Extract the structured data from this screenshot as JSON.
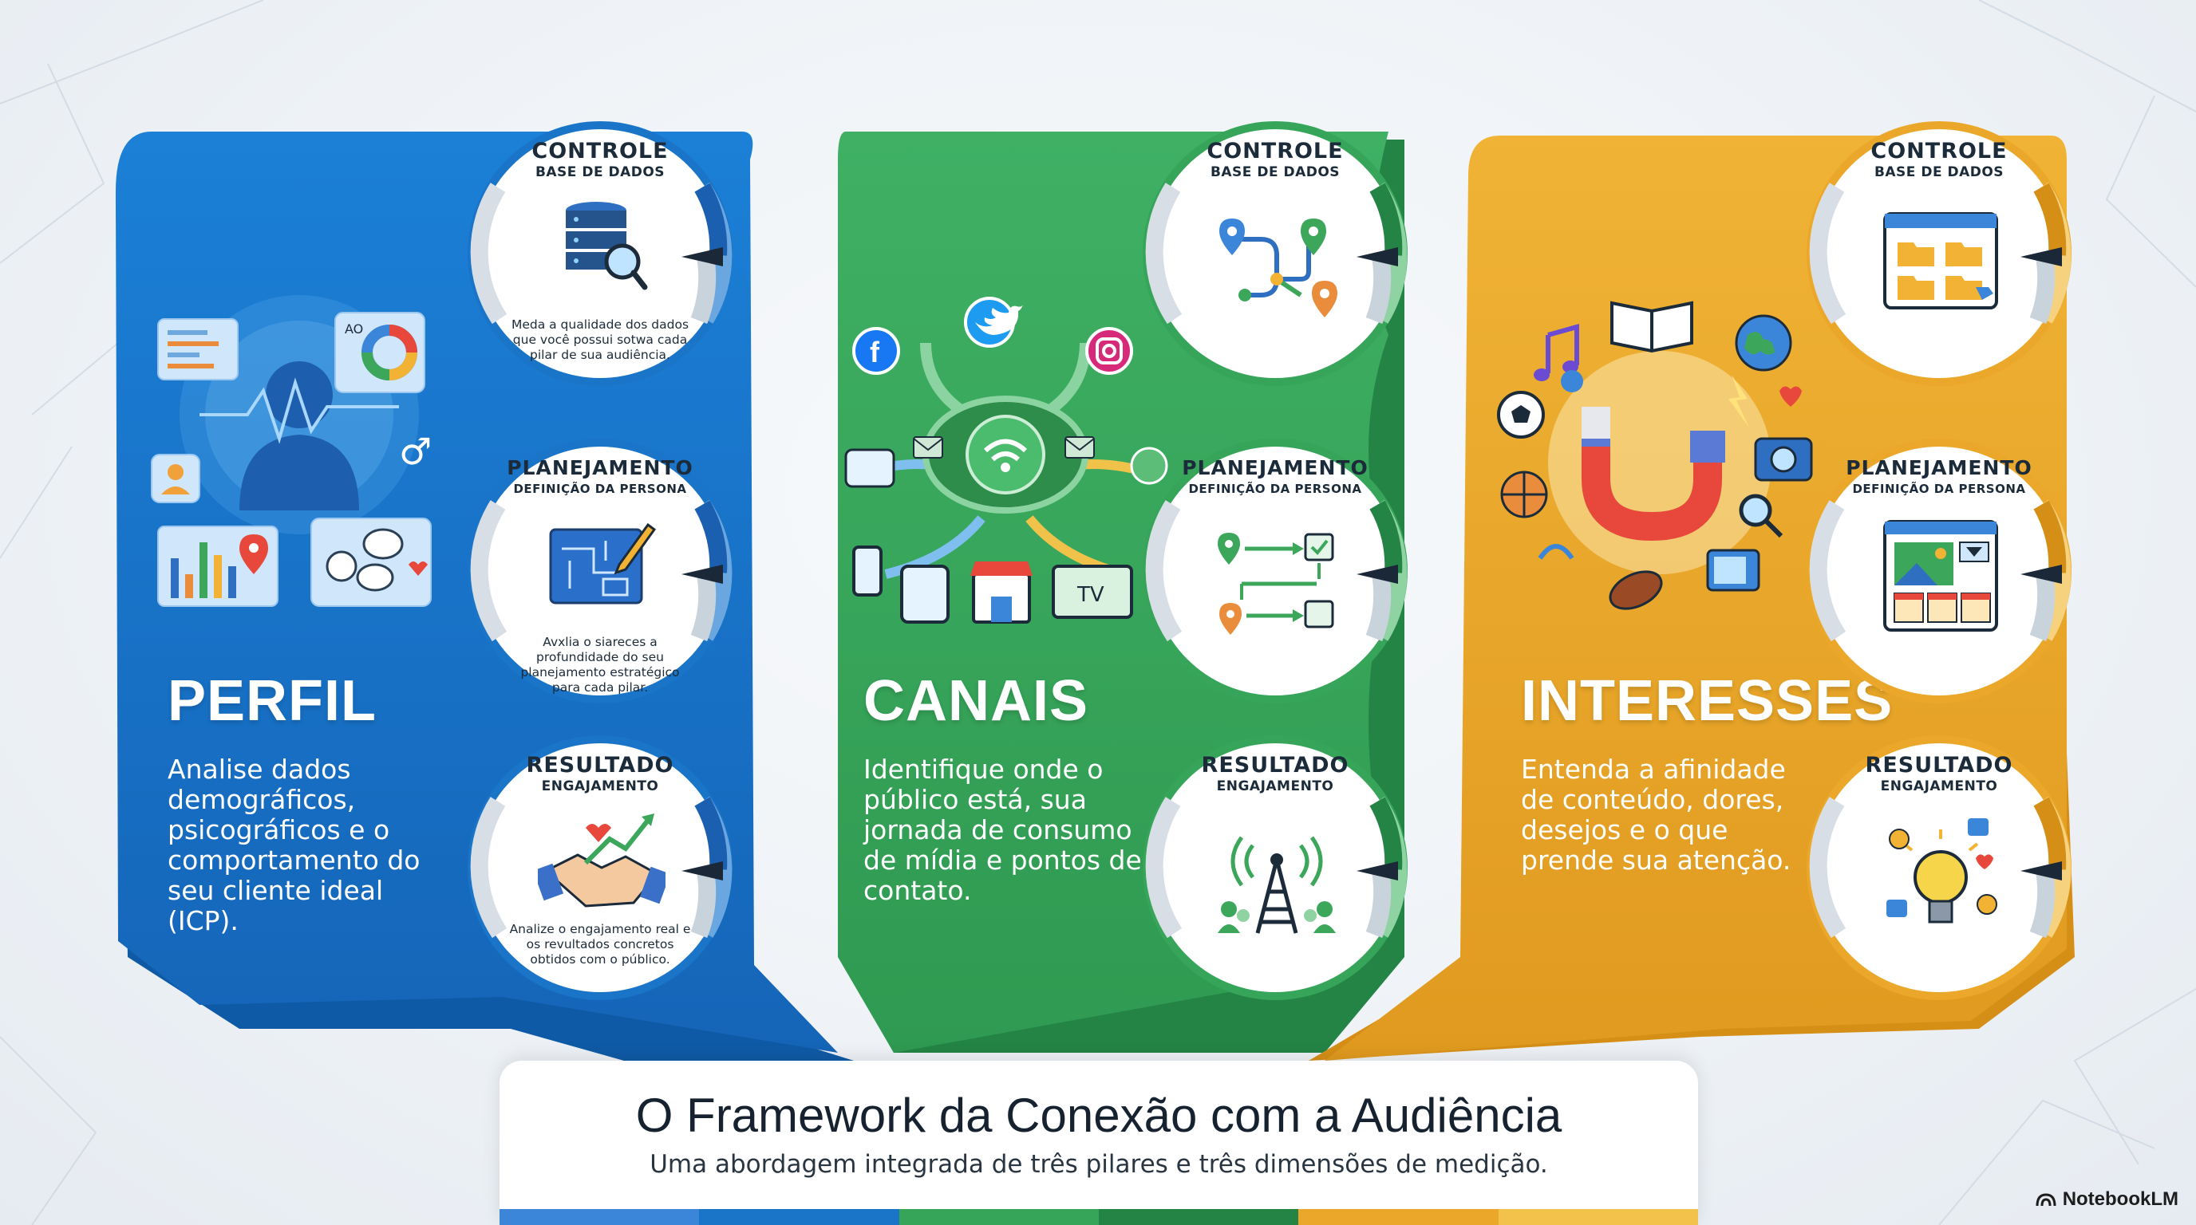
{
  "colors": {
    "blue": "#1a74c8",
    "blue_dark": "#0f5aa6",
    "green": "#36a55a",
    "green_dark": "#238445",
    "gold": "#eba72a",
    "gold_dark": "#d68f16",
    "text_dark": "#16222f"
  },
  "pillars": [
    {
      "id": "perfil",
      "title": "PERFIL",
      "description": "Analise dados demográficos, psicográficos e o comportamento do seu cliente ideal (ICP).",
      "illustration_icons": [
        "person-silhouette-icon",
        "dashboard-chart-icon",
        "donut-chart-icon",
        "bar-chart-icon",
        "location-pin-icon",
        "gender-icon",
        "chat-bubbles-icon",
        "user-card-icon"
      ],
      "illustration_label_ao": "AO",
      "gauges": [
        {
          "title": "CONTROLE",
          "subtitle": "BASE DE DADOS",
          "body": "Meda a qualidade dos dados que você possui sotwa cada pilar de sua audiência.",
          "icon": "database-search-icon",
          "level": 0.8
        },
        {
          "title": "PLANEJAMENTO",
          "subtitle": "DEFINIÇÃO DA PERSONA",
          "body": "Avxlia o siareces a profundidade do seu planejamento estratégico para cada pilar.",
          "icon": "blueprint-pencil-icon",
          "level": 0.8
        },
        {
          "title": "RESULTADO",
          "subtitle": "ENGAJAMENTO",
          "body": "Analize o engajamento real e os revultados concretos obtidos com o público.",
          "icon": "handshake-growth-icon",
          "level": 0.8
        }
      ]
    },
    {
      "id": "canais",
      "title": "CANAIS",
      "description": "Identifique onde o público está, sua jornada de consumo de mídia e pontos de contato.",
      "illustration_icons": [
        "facebook-icon",
        "twitter-icon",
        "instagram-icon",
        "wifi-hub-icon",
        "email-icon",
        "smartphone-icon",
        "tablet-icon",
        "store-icon",
        "tv-icon",
        "chat-icon"
      ],
      "illustration_label_tv": "TV",
      "gauges": [
        {
          "title": "CONTROLE",
          "subtitle": "BASE DE DADOS",
          "body": "",
          "icon": "route-map-icon",
          "level": 0.8
        },
        {
          "title": "PLANEJAMENTO",
          "subtitle": "DEFINIÇÃO DA PERSONA",
          "body": "",
          "icon": "journey-steps-icon",
          "level": 0.8
        },
        {
          "title": "RESULTADO",
          "subtitle": "ENGAJAMENTO",
          "body": "",
          "icon": "broadcast-tower-icon",
          "level": 0.8
        }
      ]
    },
    {
      "id": "interesses",
      "title": "INTERESSES",
      "description": "Entenda a afinidade de conteúdo, dores, desejos e o que prende sua atenção.",
      "illustration_icons": [
        "magnet-icon",
        "music-note-icon",
        "book-icon",
        "globe-icon",
        "soccer-ball-icon",
        "basketball-icon",
        "camera-icon",
        "search-icon",
        "football-icon",
        "retro-tv-icon",
        "like-icon",
        "heart-icon"
      ],
      "gauges": [
        {
          "title": "CONTROLE",
          "subtitle": "BASE DE DADOS",
          "body": "",
          "icon": "folder-window-icon",
          "level": 0.8
        },
        {
          "title": "PLANEJAMENTO",
          "subtitle": "DEFINIÇÃO DA PERSONA",
          "body": "",
          "icon": "content-board-icon",
          "level": 0.8
        },
        {
          "title": "RESULTADO",
          "subtitle": "ENGAJAMENTO",
          "body": "",
          "icon": "lightbulb-reactions-icon",
          "level": 0.8
        }
      ]
    }
  ],
  "footer": {
    "title": "O Framework da Conexão com a Audiência",
    "subtitle": "Uma abordagem integrada de três pilares e três dimensões de medição."
  },
  "brand": {
    "name": "NotebookLM",
    "icon": "notebooklm-logo-icon"
  }
}
